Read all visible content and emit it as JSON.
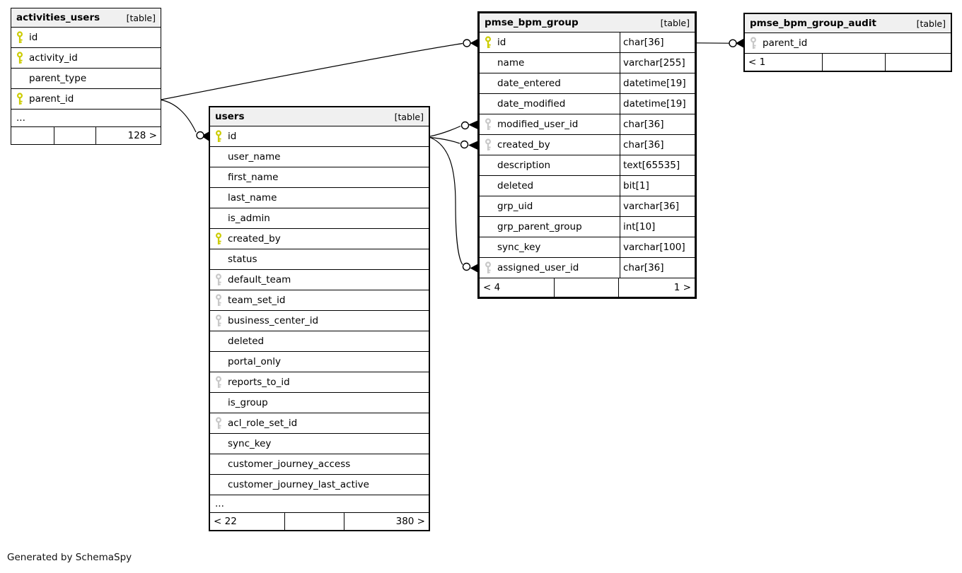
{
  "note": "Generated by SchemaSpy",
  "colors": {
    "primary_key": "#cccc00",
    "foreign_key": "#c8c8c8",
    "header_bg": "#f0f0f0",
    "line": "#000000"
  },
  "tables": [
    {
      "name": "activities_users",
      "tag": "[table]",
      "has_types": false,
      "columns": [
        {
          "name": "id",
          "key": "pk"
        },
        {
          "name": "activity_id",
          "key": "pk"
        },
        {
          "name": "parent_type",
          "key": "none"
        },
        {
          "name": "parent_id",
          "key": "pk"
        }
      ],
      "ellipsis": "...",
      "footer": {
        "left": "",
        "middle": "",
        "right": "128 >"
      }
    },
    {
      "name": "users",
      "tag": "[table]",
      "has_types": false,
      "columns": [
        {
          "name": "id",
          "key": "pk"
        },
        {
          "name": "user_name",
          "key": "none"
        },
        {
          "name": "first_name",
          "key": "none"
        },
        {
          "name": "last_name",
          "key": "none"
        },
        {
          "name": "is_admin",
          "key": "none"
        },
        {
          "name": "created_by",
          "key": "pk"
        },
        {
          "name": "status",
          "key": "none"
        },
        {
          "name": "default_team",
          "key": "fk"
        },
        {
          "name": "team_set_id",
          "key": "fk"
        },
        {
          "name": "business_center_id",
          "key": "fk"
        },
        {
          "name": "deleted",
          "key": "none"
        },
        {
          "name": "portal_only",
          "key": "none"
        },
        {
          "name": "reports_to_id",
          "key": "fk"
        },
        {
          "name": "is_group",
          "key": "none"
        },
        {
          "name": "acl_role_set_id",
          "key": "fk"
        },
        {
          "name": "sync_key",
          "key": "none"
        },
        {
          "name": "customer_journey_access",
          "key": "none"
        },
        {
          "name": "customer_journey_last_active",
          "key": "none"
        }
      ],
      "ellipsis": "...",
      "footer": {
        "left": "< 22",
        "middle": "",
        "right": "380 >"
      }
    },
    {
      "name": "pmse_bpm_group",
      "tag": "[table]",
      "has_types": true,
      "columns": [
        {
          "name": "id",
          "type": "char[36]",
          "key": "pk"
        },
        {
          "name": "name",
          "type": "varchar[255]",
          "key": "none"
        },
        {
          "name": "date_entered",
          "type": "datetime[19]",
          "key": "none"
        },
        {
          "name": "date_modified",
          "type": "datetime[19]",
          "key": "none"
        },
        {
          "name": "modified_user_id",
          "type": "char[36]",
          "key": "fk"
        },
        {
          "name": "created_by",
          "type": "char[36]",
          "key": "fk"
        },
        {
          "name": "description",
          "type": "text[65535]",
          "key": "none"
        },
        {
          "name": "deleted",
          "type": "bit[1]",
          "key": "none"
        },
        {
          "name": "grp_uid",
          "type": "varchar[36]",
          "key": "none"
        },
        {
          "name": "grp_parent_group",
          "type": "int[10]",
          "key": "none"
        },
        {
          "name": "sync_key",
          "type": "varchar[100]",
          "key": "none"
        },
        {
          "name": "assigned_user_id",
          "type": "char[36]",
          "key": "fk"
        }
      ],
      "footer": {
        "left": "< 4",
        "middle": "",
        "right": "1 >"
      }
    },
    {
      "name": "pmse_bpm_group_audit",
      "tag": "[table]",
      "has_types": false,
      "columns": [
        {
          "name": "parent_id",
          "key": "fk"
        }
      ],
      "footer": {
        "left": "< 1",
        "middle": "",
        "right": ""
      }
    }
  ],
  "relationships": [
    {
      "from": "activities_users.parent_id",
      "to": "users.id"
    },
    {
      "from": "activities_users.parent_id",
      "to": "pmse_bpm_group.id"
    },
    {
      "from": "users.id",
      "to": "pmse_bpm_group.modified_user_id"
    },
    {
      "from": "users.id",
      "to": "pmse_bpm_group.created_by"
    },
    {
      "from": "users.id",
      "to": "pmse_bpm_group.assigned_user_id"
    },
    {
      "from": "pmse_bpm_group.id",
      "to": "pmse_bpm_group_audit.parent_id"
    }
  ]
}
